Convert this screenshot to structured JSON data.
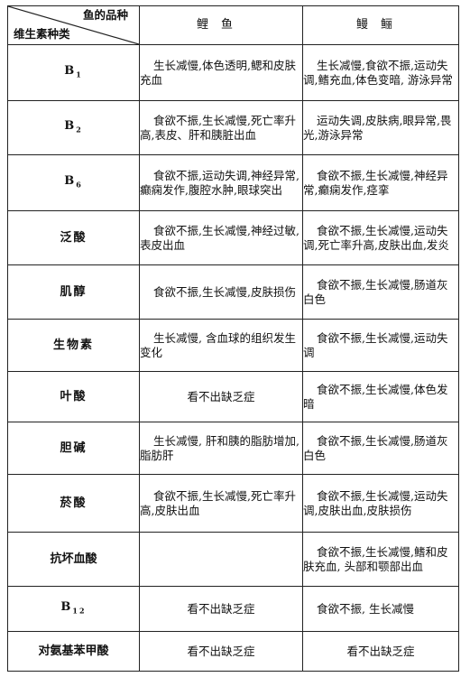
{
  "header": {
    "fish_label": "鱼的品种",
    "vitamin_label": "维生素种类",
    "fish": [
      "鲤鱼",
      "鳗鲡"
    ]
  },
  "rows": [
    {
      "vitamin": "B",
      "sub": "1",
      "carp": "生长减慢,体色透明,鳃和皮肤充血",
      "eel": "生长减慢,食欲不振,运动失调,鳍充血,体色变暗, 游泳异常"
    },
    {
      "vitamin": "B",
      "sub": "2",
      "carp": "食欲不振,生长减慢,死亡率升高,表皮、肝和胰脏出血",
      "eel": "运动失调,皮肤病,眼异常,畏光,游泳异常"
    },
    {
      "vitamin": "B",
      "sub": "6",
      "carp": "食欲不振,运动失调,神经异常,癫痫发作,腹腔水肿,眼球突出",
      "eel": "食欲不振,生长减慢,神经异常,癫痫发作,痉挛"
    },
    {
      "vitamin": "泛酸",
      "sub": "",
      "carp": "食欲不振,生长减慢,神经过敏,表皮出血",
      "eel": "食欲不振,生长减慢,运动失调,死亡率升高,皮肤出血,发炎"
    },
    {
      "vitamin": "肌醇",
      "sub": "",
      "carp": "食欲不振,生长减慢,皮肤损伤",
      "eel": "食欲不振,生长减慢,肠道灰白色"
    },
    {
      "vitamin": "生物素",
      "sub": "",
      "carp": "生长减慢, 含血球的组织发生变化",
      "eel": "食欲不振,生长减慢,运动失调"
    },
    {
      "vitamin": "叶酸",
      "sub": "",
      "carp": "看不出缺乏症",
      "eel": "食欲不振,生长减慢,体色发暗"
    },
    {
      "vitamin": "胆碱",
      "sub": "",
      "carp": "生长减慢, 肝和胰的脂肪增加, 脂肪肝",
      "eel": "食欲不振,生长减慢,肠道灰白色"
    },
    {
      "vitamin": "菸酸",
      "sub": "",
      "carp": "食欲不振,生长减慢,死亡率升高,皮肤出血",
      "eel": "食欲不振,生长减慢,运动失调,皮肤出血,皮肤损伤"
    },
    {
      "vitamin": "抗坏血酸",
      "sub": "",
      "carp": "",
      "eel": "食欲不振,生长减慢,鳍和皮肤充血, 头部和颚部出血"
    },
    {
      "vitamin": "B",
      "sub": "12",
      "carp": "看不出缺乏症",
      "eel": "食欲不振, 生长减慢"
    },
    {
      "vitamin": "对氨基苯甲酸",
      "sub": "",
      "carp": "看不出缺乏症",
      "eel": "看不出缺乏症"
    }
  ]
}
